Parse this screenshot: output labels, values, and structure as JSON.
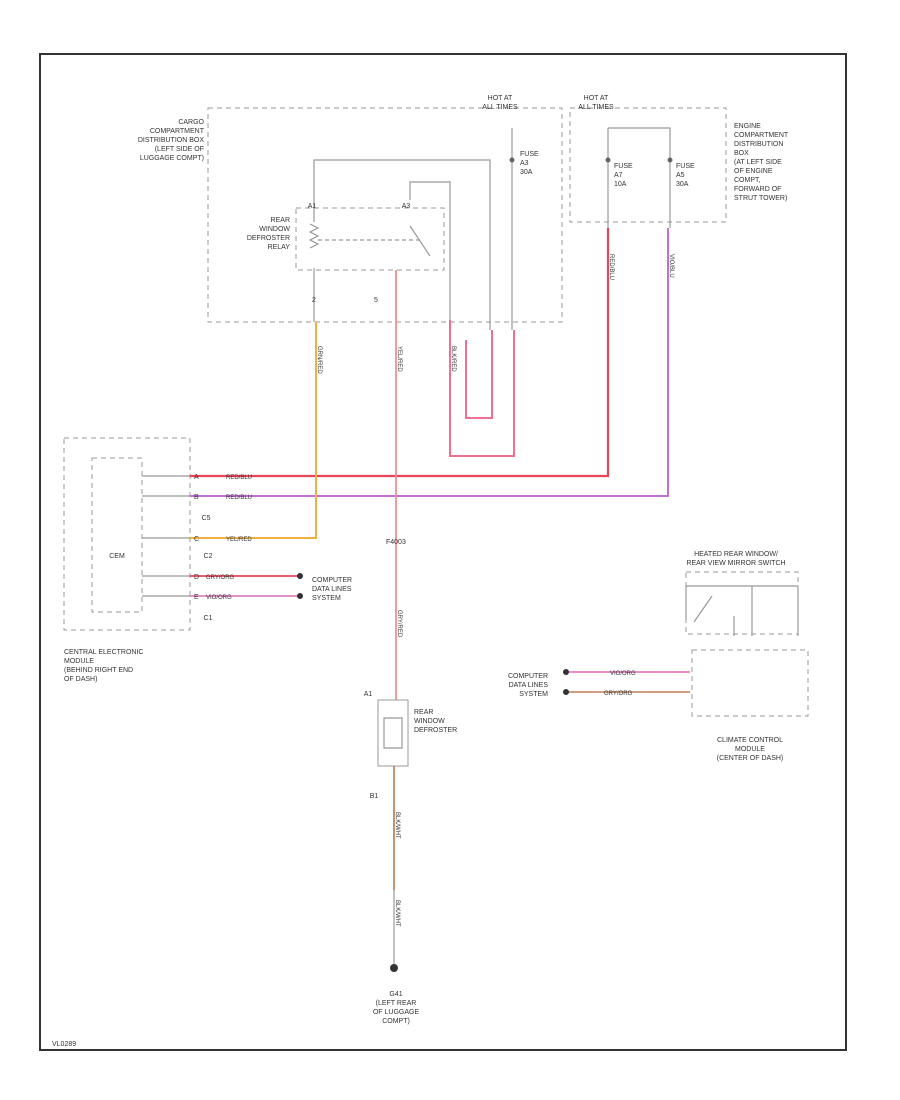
{
  "colors": {
    "red_wire": "#e8455a",
    "violet_wire": "#c070d0",
    "yellow_wire": "#f0b040",
    "pink_wire": "#f07090",
    "light_red_wire": "#f09090",
    "tan_wire": "#c89070",
    "frame": "#333333",
    "dashed_box": "#999999"
  },
  "labels": {
    "cargo_box": [
      "CARGO",
      "COMPARTMENT",
      "DISTRIBUTION BOX",
      "(LEFT SIDE OF",
      "LUGGAGE COMPT)"
    ],
    "hot_alt_1": [
      "HOT AT",
      "ALL TIMES"
    ],
    "hot_alt_2": [
      "HOT AT",
      "ALL TIMES"
    ],
    "engine_box": [
      "ENGINE",
      "COMPARTMENT",
      "DISTRIBUTION",
      "BOX",
      "(AT LEFT SIDE",
      "OF ENGINE",
      "COMPT,",
      "FORWARD OF",
      "STRUT TOWER)"
    ],
    "fuse_a3": [
      "FUSE",
      "A3",
      "30A"
    ],
    "fuse_a7": [
      "FUSE",
      "A7",
      "10A"
    ],
    "fuse_a5": [
      "FUSE",
      "A5",
      "30A"
    ],
    "relay": [
      "REAR",
      "WINDOW",
      "DEFROSTER",
      "RELAY"
    ],
    "cem_inner": "CEM",
    "cem_desc": [
      "CENTRAL ELECTRONIC",
      "MODULE",
      "(BEHIND RIGHT END",
      "OF DASH)"
    ],
    "comp_data_1": [
      "COMPUTER",
      "DATA LINES",
      "SYSTEM"
    ],
    "comp_data_2": [
      "COMPUTER",
      "DATA LINES",
      "SYSTEM"
    ],
    "heated_switch": [
      "HEATED REAR WINDOW/",
      "REAR VIEW MIRROR SWITCH"
    ],
    "climate": [
      "CLIMATE CONTROL",
      "MODULE",
      "(CENTER OF DASH)"
    ],
    "defroster": [
      "REAR",
      "WINDOW",
      "DEFROSTER"
    ],
    "ground": [
      "G41",
      "(LEFT REAR",
      "OF LUGGAGE",
      "COMPT)"
    ],
    "connector": "F4003",
    "watermark": "VL0289"
  },
  "pins": {
    "relay_2": "2",
    "relay_5": "5",
    "relay_a1": "A1",
    "relay_a3": "A3",
    "cem_c5": "C5",
    "cem_c2": "C2",
    "cem_c1": "C1",
    "cem_pin_a": "A",
    "cem_pin_b": "B",
    "cem_pin_c": "C",
    "cem_pin_d": "D",
    "cem_pin_e": "E",
    "defroster_a1": "A1",
    "defroster_b1": "B1"
  },
  "wires": {
    "red_blu": "RED/BLU",
    "red_blu_2": "RED/BLU",
    "yel_red": "YEL/RED",
    "gry_org": "GRY/ORG",
    "vio_org": "VIO/ORG",
    "vio_org_2": "VIO/ORG",
    "gry_org_2": "GRY/ORG",
    "grn_red": "GRN/RED",
    "yel_red_v": "YEL/RED",
    "gry_red": "GRY/RED",
    "blk_red": "BLK/RED",
    "red_blu_v": "RED/BLU",
    "vio_blu": "VIO/BLU",
    "blk_wht": "BLK/WHT",
    "blk_wht_2": "BLK/WHT"
  }
}
